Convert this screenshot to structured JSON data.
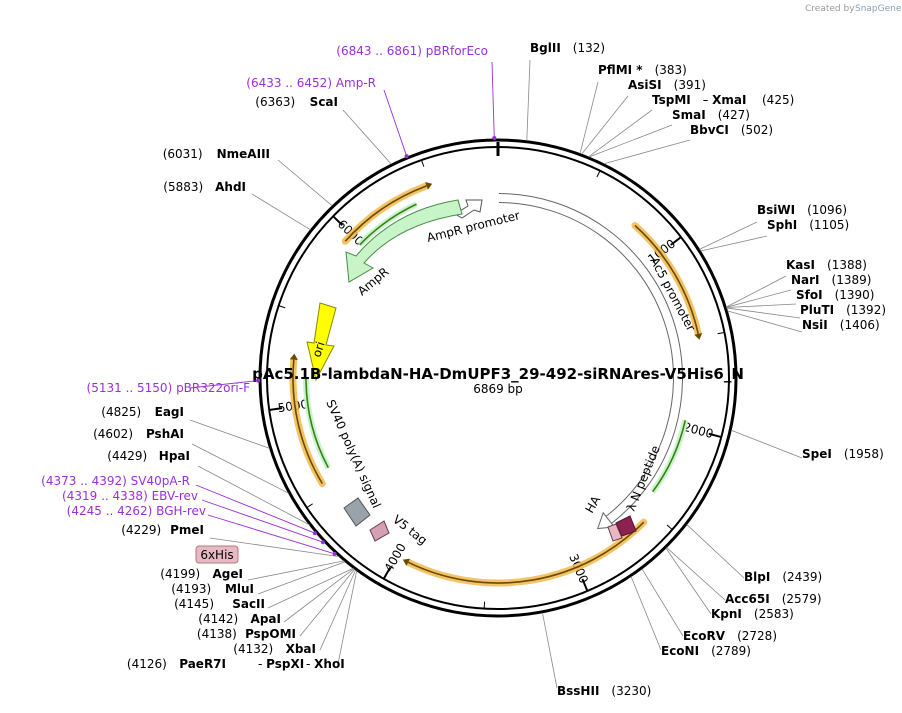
{
  "plasmid": {
    "name": "pAc5.1B-lambdaN-HA-DmUPF3_29-492-siRNAres-V5His6_N",
    "size_label": "6869 bp"
  },
  "credit": {
    "prefix": "Created by",
    "brand": "SnapGene"
  },
  "tick_labels": [
    "1000",
    "2000",
    "3000",
    "4000",
    "5000",
    "6000"
  ],
  "enzymes": [
    {
      "name": "BglII",
      "pos": "(132)"
    },
    {
      "name": "PflMI *",
      "pos": "(383)"
    },
    {
      "name": "AsiSI",
      "pos": "(391)"
    },
    {
      "name": "TspMI",
      "pos": "-"
    },
    {
      "name": "XmaI",
      "pos": "(425)"
    },
    {
      "name": "SmaI",
      "pos": "(427)"
    },
    {
      "name": "BbvCI",
      "pos": "(502)"
    },
    {
      "name": "BsiWI",
      "pos": "(1096)"
    },
    {
      "name": "SphI",
      "pos": "(1105)"
    },
    {
      "name": "KasI",
      "pos": "(1388)"
    },
    {
      "name": "NarI",
      "pos": "(1389)"
    },
    {
      "name": "SfoI",
      "pos": "(1390)"
    },
    {
      "name": "PluTI",
      "pos": "(1392)"
    },
    {
      "name": "NsiI",
      "pos": "(1406)"
    },
    {
      "name": "SpeI",
      "pos": "(1958)"
    },
    {
      "name": "BlpI",
      "pos": "(2439)"
    },
    {
      "name": "Acc65I",
      "pos": "(2579)"
    },
    {
      "name": "KpnI",
      "pos": "(2583)"
    },
    {
      "name": "EcoRV",
      "pos": "(2728)"
    },
    {
      "name": "EcoNI",
      "pos": "(2789)"
    },
    {
      "name": "BssHII",
      "pos": "(3230)"
    },
    {
      "name": "ScaI",
      "pos": "(6363)"
    },
    {
      "name": "NmeAIII",
      "pos": "(6031)"
    },
    {
      "name": "AhdI",
      "pos": "(5883)"
    },
    {
      "name": "EagI",
      "pos": "(4825)"
    },
    {
      "name": "PshAI",
      "pos": "(4602)"
    },
    {
      "name": "HpaI",
      "pos": "(4429)"
    },
    {
      "name": "PmeI",
      "pos": "(4229)"
    },
    {
      "name": "AgeI",
      "pos": "(4199)"
    },
    {
      "name": "MluI",
      "pos": "(4193)"
    },
    {
      "name": "SacII",
      "pos": "(4145)"
    },
    {
      "name": "ApaI",
      "pos": "(4142)"
    },
    {
      "name": "PspOMI",
      "pos": "(4138)"
    },
    {
      "name": "XbaI",
      "pos": "(4132)"
    },
    {
      "name": "PaeR7I",
      "pos": "(4126)"
    },
    {
      "name": "PspXI",
      "pos": "-"
    },
    {
      "name": "XhoI",
      "pos": "-"
    }
  ],
  "primers": [
    {
      "range": "(6843 .. 6861)",
      "name": "pBRforEco"
    },
    {
      "range": "(6433 .. 6452)",
      "name": "Amp-R"
    },
    {
      "range": "(5131 .. 5150)",
      "name": "pBR322ori-F"
    },
    {
      "range": "(4373 .. 4392)",
      "name": "SV40pA-R"
    },
    {
      "range": "(4319 .. 4338)",
      "name": "EBV-rev"
    },
    {
      "range": "(4245 .. 4262)",
      "name": "BGH-rev"
    }
  ],
  "features": {
    "ampr_promoter": "AmpR promoter",
    "ampr": "AmpR",
    "ori": "ori",
    "ac5_promoter": "Ac5 promoter",
    "sv40": "SV40 poly(A) signal",
    "v5": "V5 tag",
    "ha": "HA",
    "lambda": "λ N peptide",
    "his": "6xHis"
  },
  "colors": {
    "primer": "#9b30d9",
    "ampr_fill": "#c8f5c8",
    "ori_fill": "#ffff00",
    "orf_outline": "#f2b84b",
    "orf_inner": "#3c7d1a",
    "his_fill": "#e8b9c4",
    "v5_fill": "#d6a0b4",
    "lambda_fill": "#8b2252",
    "sv40_fill": "#9aa3ab"
  }
}
